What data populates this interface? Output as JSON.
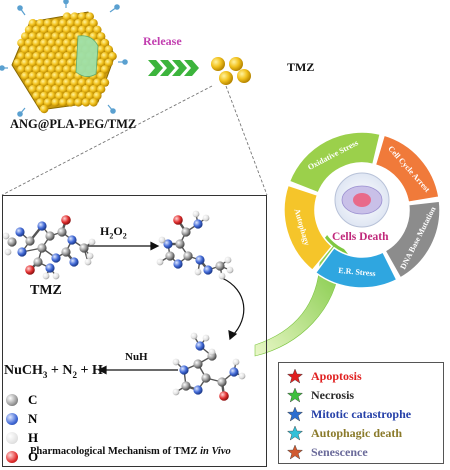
{
  "labels": {
    "release": "Release",
    "tmz_top": "TMZ",
    "nanoparticle": "ANG@PLA-PEG/TMZ",
    "h2o2_h": "H",
    "h2o2_sub1": "2",
    "h2o2_o": "O",
    "h2o2_sub2": "2",
    "tmz_molecule": "TMZ",
    "nuh": "NuH",
    "products": "NuCH",
    "products_sub": "3",
    "products_rest": " + N",
    "products_sub2": "2",
    "products_end": " + H",
    "mechanism_caption_main": "Pharmacological Mechanism of TMZ ",
    "mechanism_caption_italic": "in Vivo",
    "cells_death": "Cells Death"
  },
  "ring_segments": [
    {
      "label": "Oxidative Stress",
      "color": "#9bd04b"
    },
    {
      "label": "Cell Cycle Arrest",
      "color": "#f07a3a"
    },
    {
      "label": "DNA Base Mutation",
      "color": "#8c8c8c"
    },
    {
      "label": "E.R. Stress",
      "color": "#2fa6e0"
    },
    {
      "label": "Autophagy",
      "color": "#f5c52a"
    }
  ],
  "atom_legend": [
    {
      "symbol": "C",
      "color": "#8a8a8a"
    },
    {
      "symbol": "N",
      "color": "#4169d6"
    },
    {
      "symbol": "H",
      "color": "#e8e8e8"
    },
    {
      "symbol": "O",
      "color": "#e23030"
    }
  ],
  "legend": [
    {
      "label": "Apoptosis",
      "star_color": "#e02020",
      "text_color": "#e02020"
    },
    {
      "label": "Necrosis",
      "star_color": "#3fbf3f",
      "text_color": "#2a2a2a"
    },
    {
      "label": "Mitotic catastrophe",
      "star_color": "#2d6fd0",
      "text_color": "#2540a8"
    },
    {
      "label": "Autophagic death",
      "star_color": "#33c0d8",
      "text_color": "#8a7a2a"
    },
    {
      "label": "Senescence",
      "star_color": "#d05a30",
      "text_color": "#6a6a9a"
    }
  ]
}
